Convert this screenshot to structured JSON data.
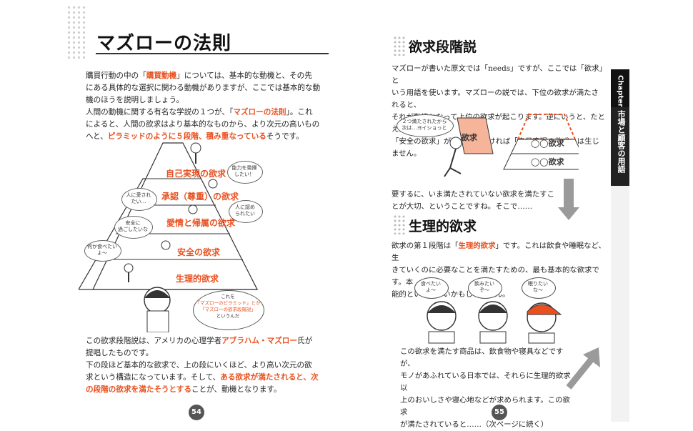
{
  "left_page": {
    "title": "マズローの法則",
    "para1": [
      "購買行動の中の「",
      "購買動機",
      "」については、基本的な動機と、その先",
      "にある具体的な選択に関わる動機がありますが、ここでは基本的な動",
      "機のほうを説明しましょう。"
    ],
    "para2": [
      "人間の動機に関する有名な学説の１つが、「",
      "マズローの法則",
      "」。これ",
      "によると、人間の欲求はより基本的なものから、より次元の高いもの",
      "へと、",
      "ピラミッドのように５段階、積み重なっている",
      "そうです。"
    ],
    "pyramid_levels": [
      "自己実現の欲求",
      "承認（尊重）の欲求",
      "愛情と帰属の欲求",
      "安全の欲求",
      "生理的欲求"
    ],
    "bubbles": {
      "capability": "能力を発揮\nしたい！",
      "loved": "人に愛され\nたい…",
      "recognized": "人に認め\nられたい",
      "safe": "安全に\n過ごしたいな",
      "eat": "何か食べたい\nよ～"
    },
    "teacher_bubble": [
      "これを",
      "「マズローのピラミッド」とか",
      "「マズローの欲求段階説」",
      "というんだ"
    ],
    "para3": [
      "この欲求段階説は、アメリカの心理学者",
      "アブラハム・マズロー",
      "氏が",
      "提唱したものです。"
    ],
    "para4": [
      "下の段ほど基本的な欲求で、上の段にいくほど、より高い次元の欲",
      "求という構造になっています。そして、",
      "ある欲求が満たされると、次",
      "の段階の欲求を満たそうとする",
      "ことが、動機となります。"
    ],
    "page_number": "54"
  },
  "right_page": {
    "section1_title": "欲求段階説",
    "s1_para": [
      "マズローが書いた原文では「needs」ですが、ここでは「欲求」と",
      "いう用語を使います。マズローの説では、下位の欲求が満たされると、",
      "それが動機となって上位の欲求が起こります。逆にいうと、たとえば",
      "「安全の欲求」が満たされなければ「自己実現の欲求」は生じません。"
    ],
    "s1_bubble": "２つ満たされたから\n次は…ヨイショっと",
    "s1_carry_label": "欲求",
    "s1_pyr_labels": [
      "◯◯欲求",
      "◯◯欲求"
    ],
    "s1_para2": [
      "要するに、いま満たされていない欲求を満たすこ",
      "とが大切、ということですね。そこで……"
    ],
    "section2_title": "生理的欲求",
    "s2_para": [
      "欲求の第１段階は「",
      "生理的欲求",
      "」です。これは飲食や睡眠など、生",
      "きていくのに必要なことを満たすための、最も基本的な欲求です。本",
      "能的といっていいかもしれません。"
    ],
    "s2_bubbles": [
      "食べたい\nよ～",
      "飲みたい\nぞ～",
      "眠りたい\nな～"
    ],
    "s2_para2": [
      "この欲求を満たす商品は、飲食物や寝具などですが、",
      "モノがあふれている日本では、それらに生理的欲求以",
      "上のおいしさや寝心地などが求められます。この欲求",
      "が満たされていると……（次ページに続く）"
    ],
    "chapter_tab": "Chapter 2",
    "chapter_title": "市場と顧客の用語",
    "page_number": "55"
  },
  "colors": {
    "accent": "#e8501f",
    "tab": "#111111",
    "arrow": "#9a9a9a"
  }
}
